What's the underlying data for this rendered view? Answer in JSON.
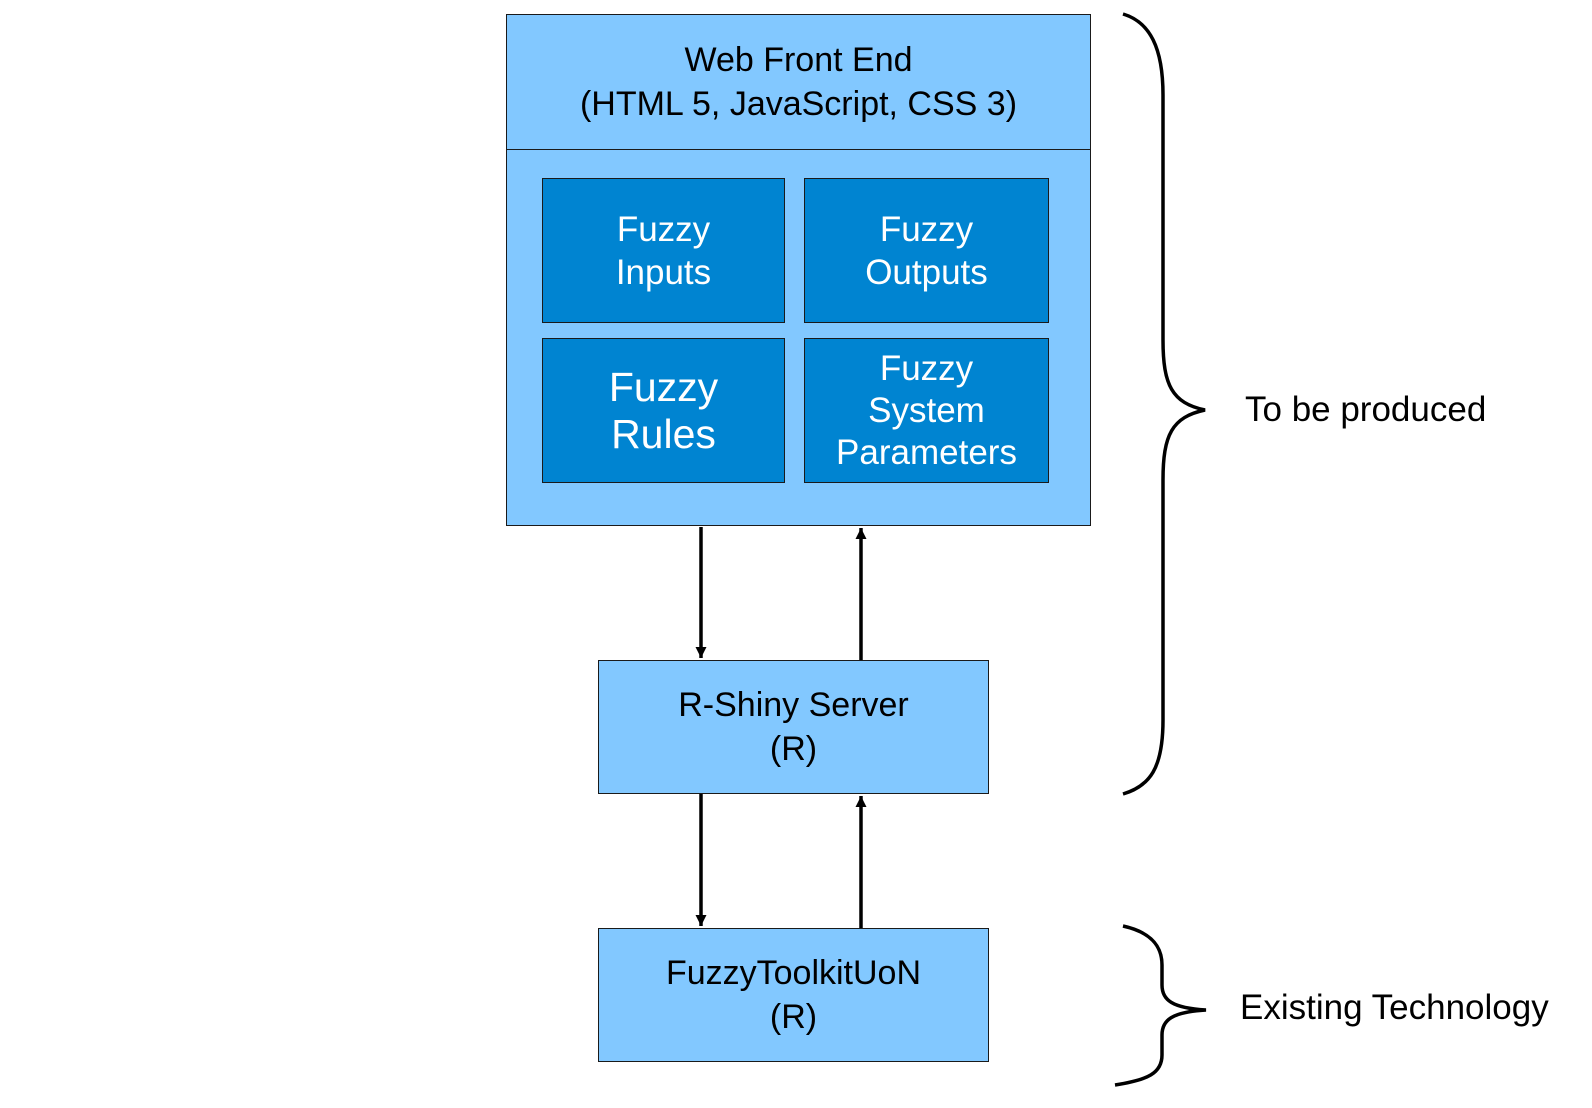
{
  "frontend": {
    "title": "Web Front End",
    "subtitle": "(HTML 5, JavaScript, CSS 3)",
    "modules": [
      {
        "lines": [
          "Fuzzy",
          "Inputs"
        ]
      },
      {
        "lines": [
          "Fuzzy",
          "Outputs"
        ]
      },
      {
        "lines": [
          "Fuzzy",
          "Rules"
        ]
      },
      {
        "lines": [
          "Fuzzy",
          "System",
          "Parameters"
        ]
      }
    ]
  },
  "server": {
    "title": "R-Shiny Server",
    "subtitle": "(R)"
  },
  "toolkit": {
    "title": "FuzzyToolkitUoN",
    "subtitle": "(R)"
  },
  "annotations": {
    "produced": "To be produced",
    "existing": "Existing Technology"
  },
  "colors": {
    "light_box": "#82c8ff",
    "dark_box": "#0084d1"
  }
}
